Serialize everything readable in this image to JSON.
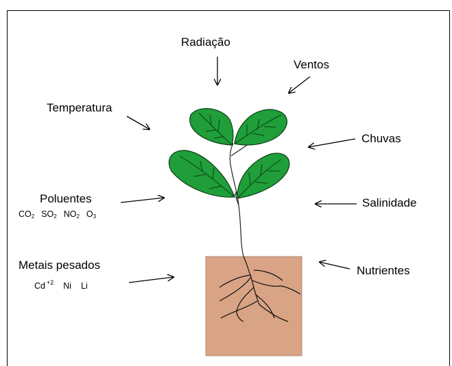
{
  "labels": {
    "radiacao": "Radiação",
    "ventos": "Ventos",
    "temperatura": "Temperatura",
    "chuvas": "Chuvas",
    "poluentes": "Poluentes",
    "salinidade": "Salinidade",
    "metais_pesados": "Metais pesados",
    "nutrientes": "Nutrientes"
  },
  "pollutants": [
    {
      "base": "CO",
      "sub": "2"
    },
    {
      "base": "SO",
      "sub": "2"
    },
    {
      "base": "NO",
      "sub": "2"
    },
    {
      "base": "O",
      "sub": "3"
    }
  ],
  "metals": [
    {
      "base": "Cd",
      "sup": "+2"
    },
    {
      "base": "Ni",
      "sup": ""
    },
    {
      "base": "Li",
      "sup": ""
    }
  ],
  "colors": {
    "leaf_fill": "#1f9e3a",
    "leaf_stroke": "#0c3d14",
    "soil": "#d9a385",
    "soil_stroke": "#b58b73"
  }
}
